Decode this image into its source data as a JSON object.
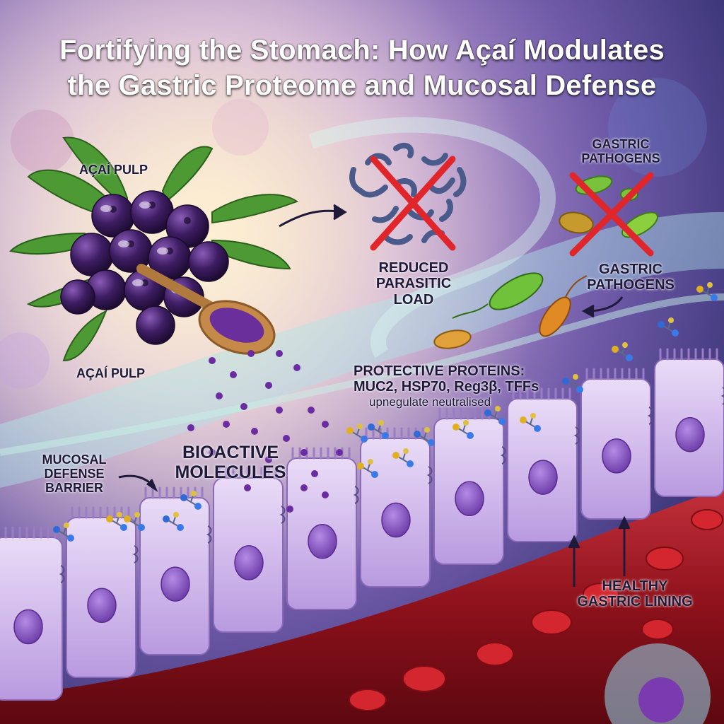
{
  "title": {
    "line1": "Fortifying the Stomach: How Açaí Modulates",
    "line2": "the Gastric Proteome and Mucosal Defense"
  },
  "labels": {
    "acai_pulp_top": "AÇAÍ PULP",
    "acai_pulp_bottom": "AÇAÍ PULP",
    "reduced_load": [
      "REDUCED",
      "PARASITIC",
      "LOAD"
    ],
    "gastric_pathogens_top": [
      "GASTRIC",
      "PATHOGENS"
    ],
    "gastric_pathogens_mid": [
      "GASTRIC",
      "PATHOGENS"
    ],
    "protective_title": "PROTECTIVE PROTEINS:",
    "protective_list": "MUC2, HSP70, Reg3β, TFFs",
    "protective_sub": "upnegulate neutralised",
    "mucosal_barrier": [
      "MUCOSAL",
      "DEFENSE",
      "BARRIER"
    ],
    "bioactive": [
      "BIOACTIVE",
      "MOLECULES"
    ],
    "healthy_lining": [
      "HEALTHY",
      "GASTRIC LINING"
    ]
  },
  "colors": {
    "berry": "#3c1f5e",
    "leaf": "#3f8f2c",
    "cell": "#d9c4ee",
    "nucleus": "#8b5cc8",
    "vessel": "#9c1520",
    "rbc": "#d3262e",
    "cross": "#e0262a"
  },
  "icons": [
    "acai-berry-cluster-icon",
    "spoon-icon",
    "parasite-icon",
    "bacteria-icon",
    "cross-mark-icon",
    "molecule-icon",
    "arrow-icon"
  ]
}
